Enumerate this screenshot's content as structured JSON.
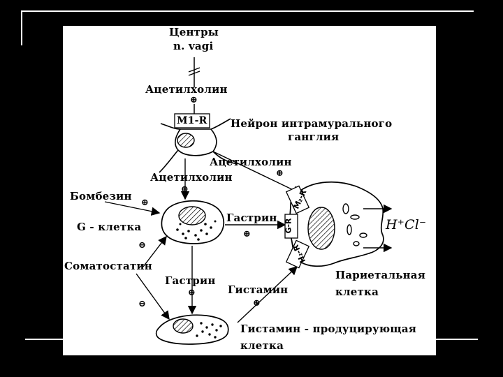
{
  "labels": {
    "centers": "Центры",
    "vagi": "n. vagi",
    "acetylcholine_top": "Ацетилхолин",
    "m1r": "M1-R",
    "neuron_line1": "Нейрон интрамурального",
    "neuron_line2": "ганглия",
    "acetylcholine_right": "Ацетилхолин",
    "acetylcholine_left": "Ацетилхолин",
    "bombesin": "Бомбезин",
    "g_cell": "G - клетка",
    "gastrin_right": "Гастрин",
    "somatostatin": "Соматостатин",
    "gastrin_down": "Гастрин",
    "histamine": "Гистамин",
    "parietal_line1": "Париетальная",
    "parietal_line2": "клетка",
    "histamine_cell_line1": "Гистамин - продуцирующая",
    "histamine_cell_line2": "клетка",
    "receptor_m2": "M₂-R",
    "receptor_g": "G-R",
    "receptor_h2": "H₂-R",
    "acid": "H⁺Cl⁻"
  },
  "signs": {
    "plus": "⊕",
    "minus": "⊖"
  }
}
